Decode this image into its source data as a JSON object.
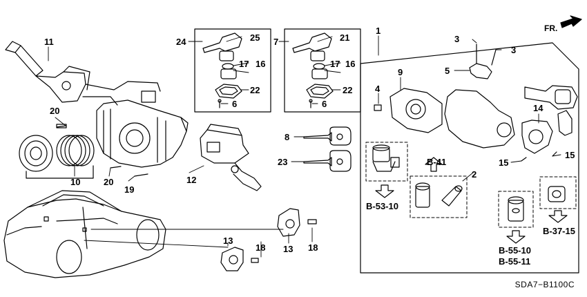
{
  "diagram": {
    "code": "SDA7−B1100C",
    "direction_label": "FR.",
    "callouts": {
      "c1": "1",
      "c2": "2",
      "c3a": "3",
      "c3b": "3",
      "c4": "4",
      "c5": "5",
      "c6a": "6",
      "c6b": "6",
      "c7": "7",
      "c8": "8",
      "c9": "9",
      "c10": "10",
      "c11": "11",
      "c12": "12",
      "c13a": "13",
      "c13b": "13",
      "c14": "14",
      "c15a": "15",
      "c15b": "15",
      "c16a": "16",
      "c16b": "16",
      "c17a": "17",
      "c17b": "17",
      "c18a": "18",
      "c18b": "18",
      "c19": "19",
      "c20a": "20",
      "c20b": "20",
      "c21": "21",
      "c22a": "22",
      "c22b": "22",
      "c23": "23",
      "c24": "24",
      "c25": "25"
    },
    "references": {
      "r1": "B-41",
      "r2": "B-53-10",
      "r3": "B-55-10",
      "r4": "B-55-11",
      "r5": "B-37-15"
    }
  }
}
